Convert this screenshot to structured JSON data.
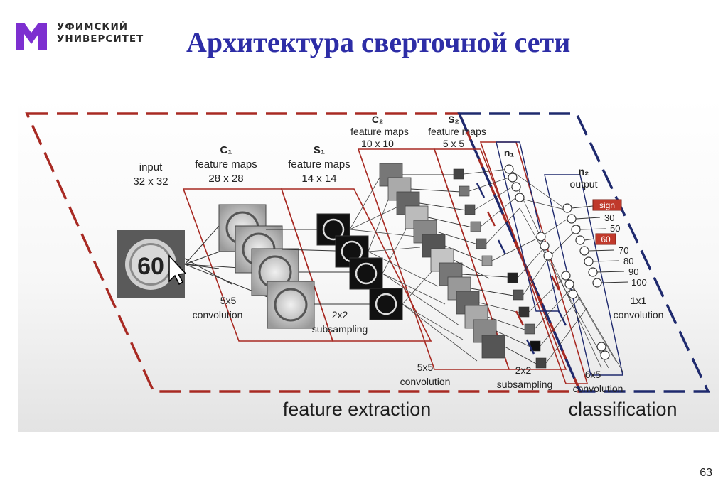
{
  "header": {
    "logo_line1": "УФИМСКИЙ",
    "logo_line2": "УНИВЕРСИТЕТ",
    "title": "Архитектура сверточной сети",
    "brand_color": "#7d2fd0",
    "title_color": "#2d2da6"
  },
  "diagram": {
    "input_label": "input",
    "input_size": "32 x 32",
    "input_sign": "60",
    "c1_name": "C₁",
    "c1_label": "feature maps",
    "c1_size": "28 x 28",
    "s1_name": "S₁",
    "s1_label": "feature maps",
    "s1_size": "14 x 14",
    "c2_name": "C₂",
    "c2_label": "feature maps",
    "c2_size": "10 x 10",
    "s2_name": "S₂",
    "s2_label": "feature maps",
    "s2_size": "5 x 5",
    "n1_name": "n₁",
    "n2_name": "n₂",
    "n2_label": "output",
    "conv1": "5x5",
    "conv1_label": "convolution",
    "sub1": "2x2",
    "sub1_label": "subsampling",
    "conv2": "5x5",
    "conv2_label": "convolution",
    "sub2": "2x2",
    "sub2_label": "subsampling",
    "conv3": "6x5",
    "conv3_label": "convolution",
    "conv4": "1x1",
    "conv4_label": "convolution",
    "out_sign": "sign",
    "out_30": "30",
    "out_50": "50",
    "out_60": "60",
    "out_70": "70",
    "out_80": "80",
    "out_90": "90",
    "out_100": "100",
    "feature_extraction": "feature extraction",
    "classification": "classification",
    "red_color": "#a82a23",
    "blue_color": "#1f2a6e"
  },
  "page_number": "63"
}
